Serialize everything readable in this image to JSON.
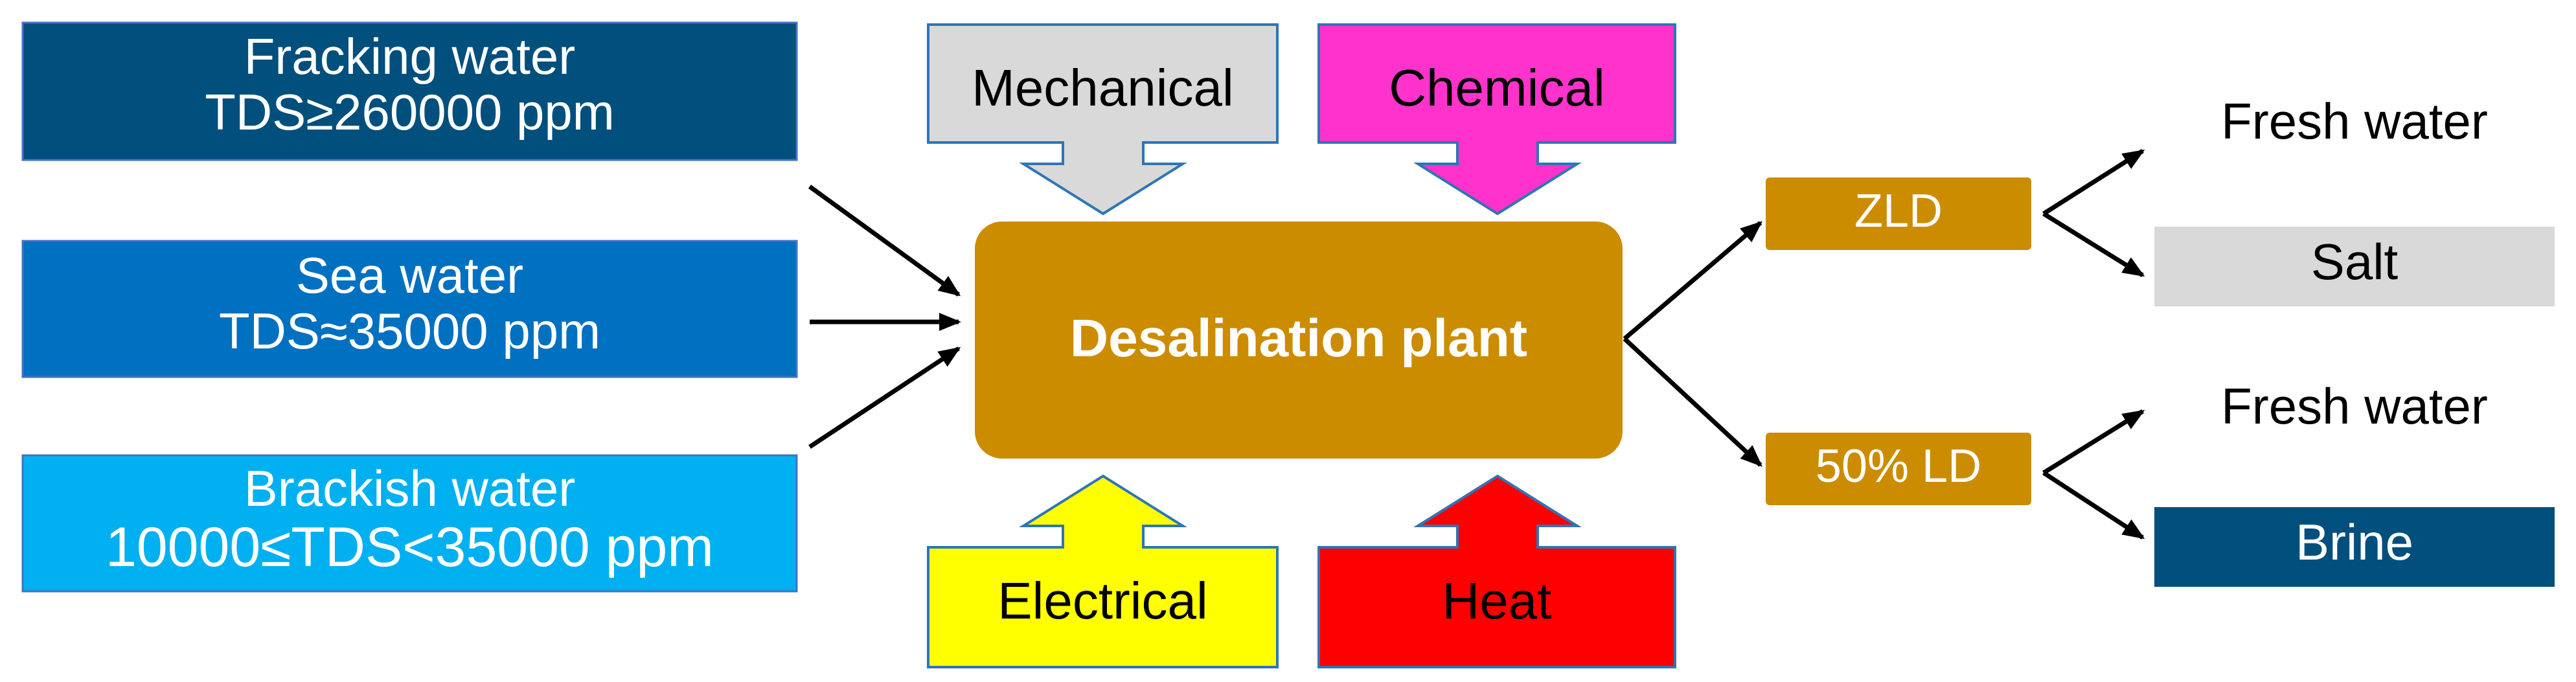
{
  "sources": [
    {
      "line1": "Fracking water",
      "line2": "TDS≥260000 ppm",
      "color": "#004f7c"
    },
    {
      "line1": "Sea water",
      "line2": "TDS≈35000 ppm",
      "color": "#0070c0"
    },
    {
      "line1": "Brackish water",
      "line2": "10000≤TDS<35000  ppm",
      "color": "#00b0f0"
    }
  ],
  "energy_inputs": [
    {
      "label": "Mechanical",
      "color": "#d9d9d9",
      "direction": "down"
    },
    {
      "label": "Chemical",
      "color": "#ff33cc",
      "direction": "down"
    },
    {
      "label": "Electrical",
      "color": "#ffff00",
      "direction": "up"
    },
    {
      "label": "Heat",
      "color": "#ff0000",
      "direction": "up"
    }
  ],
  "plant": {
    "label": "Desalination plant",
    "color": "#cc8c00"
  },
  "processes": [
    {
      "label": "ZLD",
      "color": "#cc8c00"
    },
    {
      "label": "50% LD",
      "color": "#cc8c00"
    }
  ],
  "outputs": [
    {
      "label": "Fresh water",
      "color": "#ffffff"
    },
    {
      "label": "Salt",
      "color": "#d9d9d9"
    },
    {
      "label": "Fresh water",
      "color": "#ffffff"
    },
    {
      "label": "Brine",
      "color": "#004f7c"
    }
  ]
}
